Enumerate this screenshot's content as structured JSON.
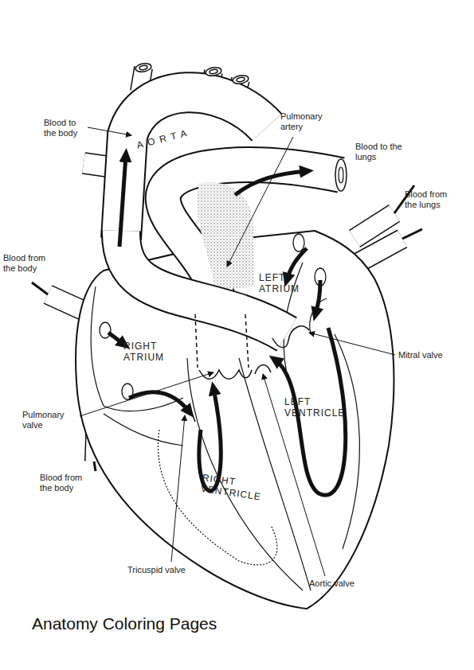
{
  "diagram": {
    "caption": "Anatomy Coloring Pages",
    "labels": [
      "Blood to the body",
      "AORTA",
      "Pulmonary artery",
      "Blood to the lungs",
      "Blood from the lungs",
      "Blood from the body",
      "LEFT ATRIUM",
      "RIGHT ATRIUM",
      "Mitral valve",
      "Pulmonary valve",
      "LEFT VENTRICLE",
      "Blood from the body",
      "RIGHT VENTRICLE",
      "Tricuspid valve",
      "Aortic valve"
    ]
  }
}
